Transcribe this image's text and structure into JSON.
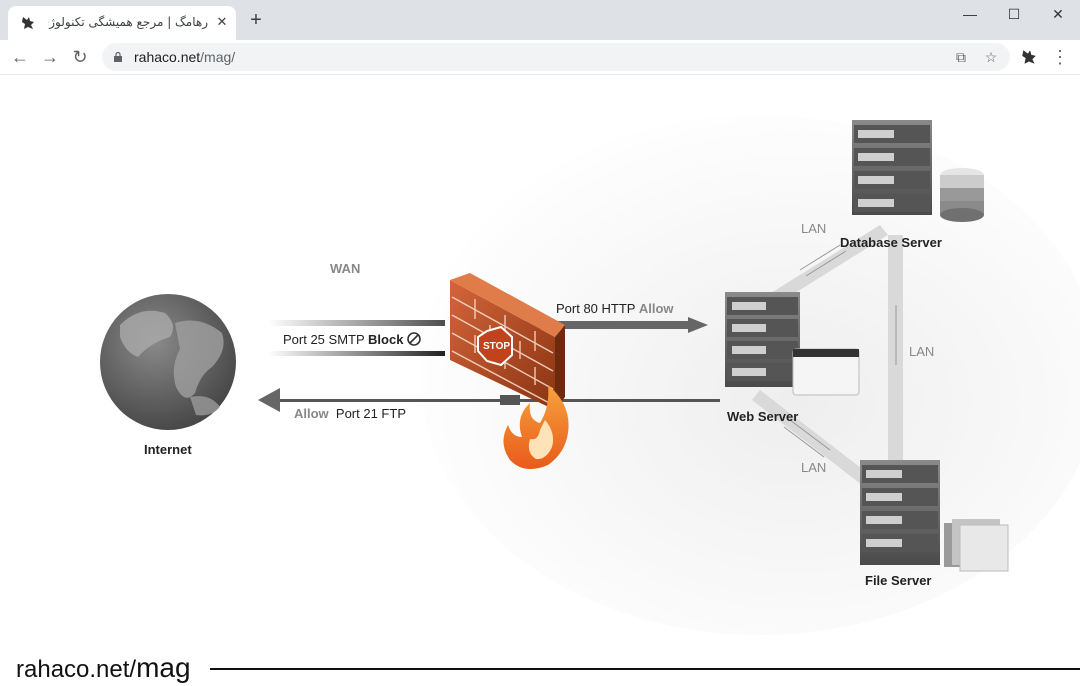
{
  "browser": {
    "tab_title": "رهامگ | مرجع همیشگی تکنولوژی |",
    "url_host": "rahaco.net",
    "url_path": "/mag/",
    "icons": [
      "close-icon",
      "new-tab-icon",
      "minimize-icon",
      "maximize-icon",
      "window-close-icon",
      "back-icon",
      "forward-icon",
      "reload-icon",
      "lock-icon",
      "translate-icon",
      "star-icon",
      "extension-icon",
      "menu-icon"
    ]
  },
  "diagram": {
    "wan": "WAN",
    "internet": "Internet",
    "port25": "Port 25 SMTP",
    "block": "Block",
    "port80": "Port 80 HTTP",
    "allow1": "Allow",
    "allow2": "Allow",
    "port21": "Port 21 FTP",
    "stop": "STOP",
    "web_server": "Web Server",
    "database_server": "Database Server",
    "file_server": "File Server",
    "lan1": "LAN",
    "lan2": "LAN",
    "lan3": "LAN"
  },
  "footer": {
    "brand_host": "rahaco.net/",
    "brand_path": "mag"
  }
}
